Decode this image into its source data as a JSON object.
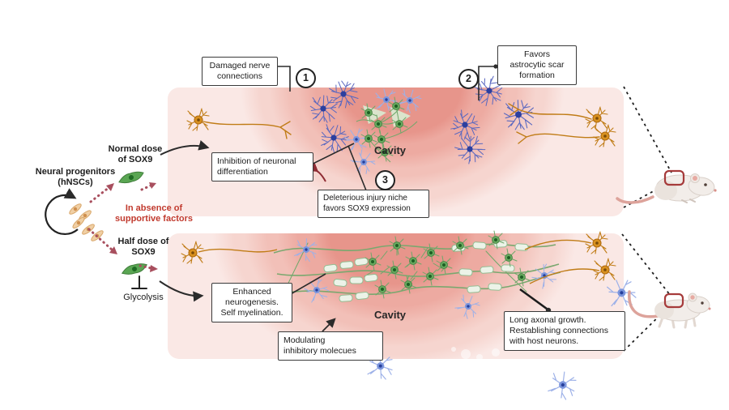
{
  "colors": {
    "panel_bg": "#fae8e5",
    "cavity_core": "#e7958b",
    "red_label": "#c13a2e",
    "dotted_arrow_maroon": "#a84f5e",
    "sox9_cell_green": "#5aa653",
    "astrocyte_blue": "#2c3f9f",
    "light_blue_neuron": "#7b95dd",
    "neuron_orange": "#d9911f",
    "myelin_green": "#94bd92",
    "box_border": "#3a3a3a",
    "injury_rect_red": "#a63b3b"
  },
  "step_markers": {
    "step1": "1",
    "step2": "2",
    "step3": "3"
  },
  "callouts": {
    "damaged_nerve": "Damaged nerve\nconnections",
    "astrocytic_scar": "Favors\nastrocytic scar\nformation",
    "inhibition_neuronal": "Inhibition of neuronal\ndifferentiation",
    "deleterious_niche": "Deleterious injury niche\nfavors SOX9 expression",
    "enhanced_neurogenesis": "Enhanced\nneurogenesis.\nSelf myelination.",
    "modulating_inhibitory": "Modulating\ninhibitory molecues",
    "long_axonal": "Long axonal growth.\nRestablishing connections\nwith host neurons."
  },
  "left_panel": {
    "neural_progenitors": "Neural progenitors\n(hNSCs)",
    "normal_dose": "Normal dose\nof SOX9",
    "in_absence": "In absence of\nsupportive factors",
    "half_dose": "Half dose of\nSOX9",
    "glycolysis": "Glycolysis"
  },
  "injury_sites": {
    "top_cavity": "Cavity",
    "bottom_cavity": "Cavity"
  }
}
